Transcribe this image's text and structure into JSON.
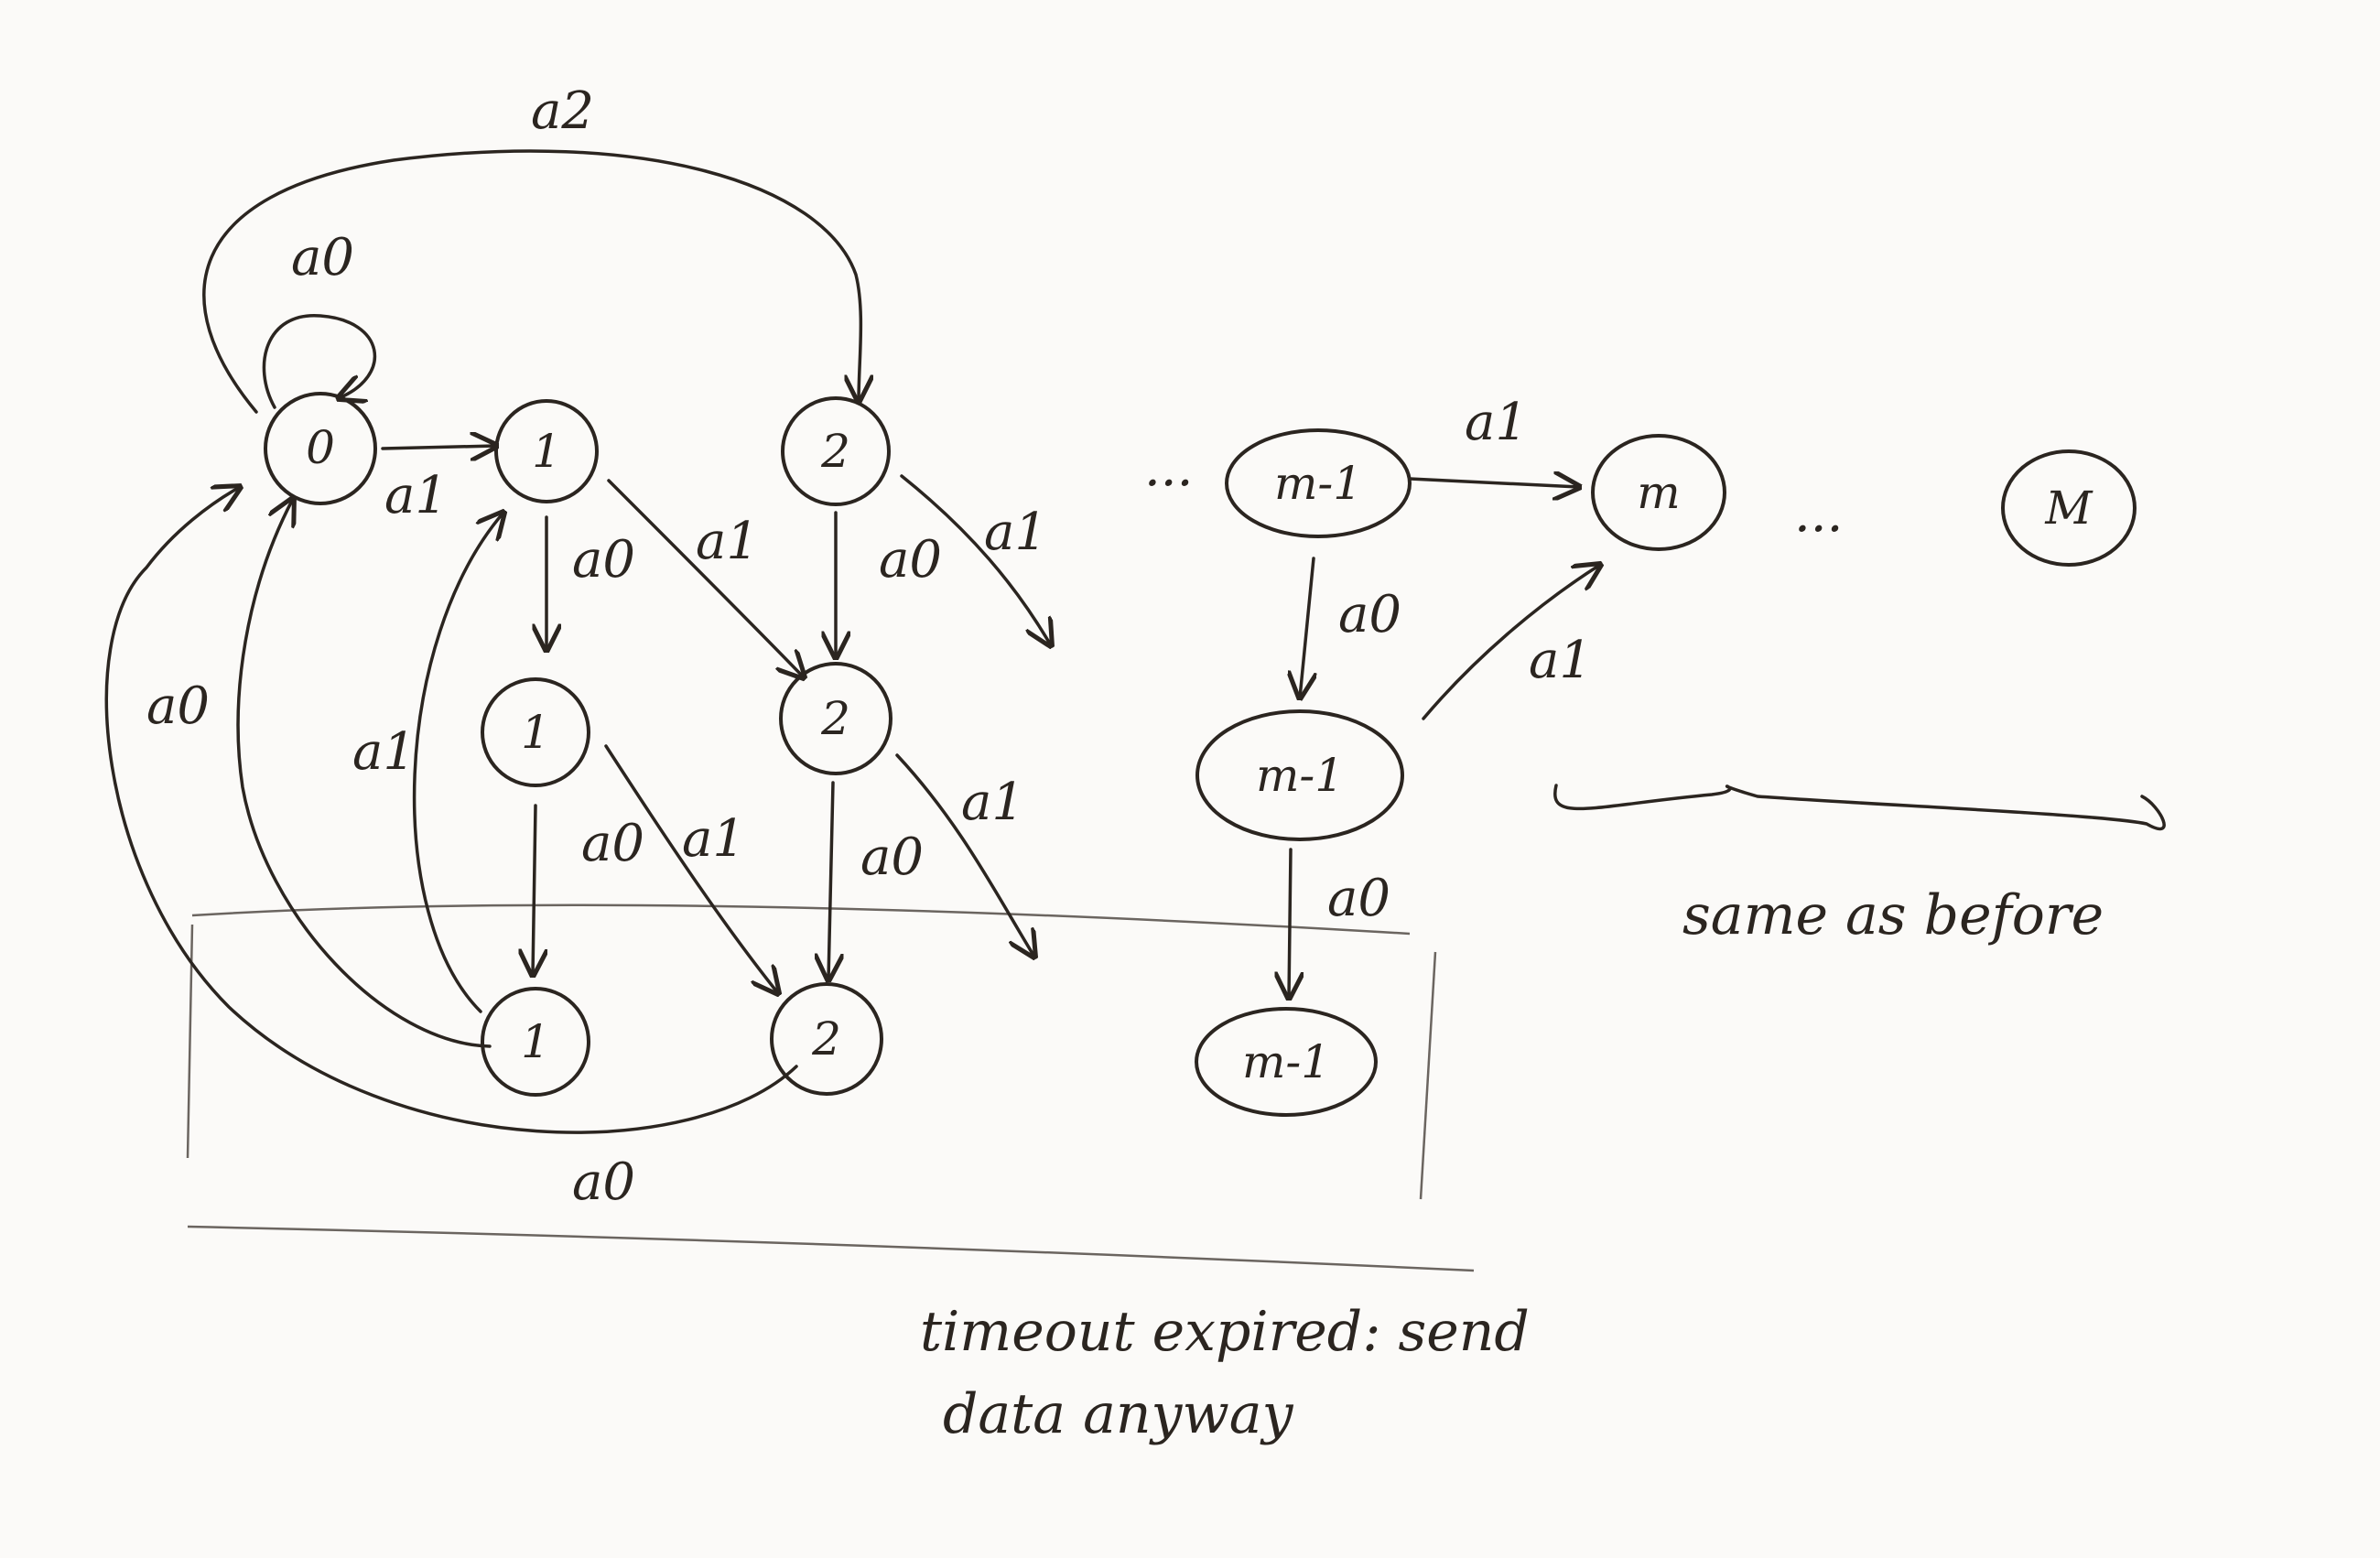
{
  "colors": {
    "ink": "#2b2520",
    "paper": "#fbfaf8"
  },
  "nodes": {
    "n0": "0",
    "n1_top": "1",
    "n1_mid": "1",
    "n1_bot": "1",
    "n2_top": "2",
    "n2_mid": "2",
    "n2_bot": "2",
    "nm1_top": "m-1",
    "nm1_mid": "m-1",
    "nm1_bot": "m-1",
    "nm": "m",
    "nM": "M"
  },
  "edge_labels": {
    "a2_top": "a2",
    "a0_self": "a0",
    "a1_0_1": "a1",
    "a0_1": "a0",
    "a1_1_2": "a1",
    "a0_2": "a0",
    "a1_2_out": "a1",
    "a0_back_outer": "a0",
    "a1_back": "a1",
    "a0_1b": "a0",
    "a1_1b_2b": "a1",
    "a0_2b": "a0",
    "a1_2b_out": "a1",
    "a0_bottom": "a0",
    "a1_m1_m": "a1",
    "a0_m1": "a0",
    "a1_m1b_m": "a1",
    "a0_m1b": "a0"
  },
  "ellipses": {
    "dots_left": "...",
    "dots_right": "..."
  },
  "annotations": {
    "same_as_before": "same as before",
    "timeout_line1": "timeout expired: send",
    "timeout_line2": "data anyway"
  }
}
